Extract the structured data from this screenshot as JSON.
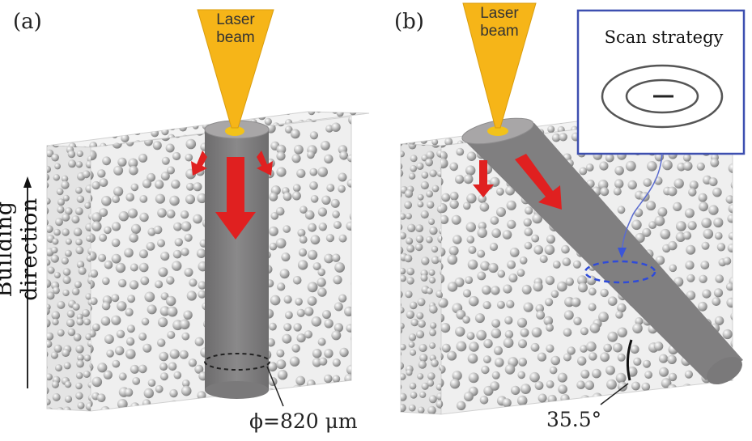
{
  "panels": {
    "a": {
      "label": "(a)",
      "beam_label_line1": "Laser",
      "beam_label_line2": "beam",
      "diameter_label": "ϕ=820 μm"
    },
    "b": {
      "label": "(b)",
      "beam_label_line1": "Laser",
      "beam_label_line2": "beam",
      "angle_label": "35.5°"
    }
  },
  "side_label": "Building direction",
  "inset": {
    "title": "Scan strategy"
  },
  "colors": {
    "beam": "#f6b518",
    "beam_spot": "#f2c21a",
    "rod": "#7f7e7f",
    "rod_top": "#a7a5a6",
    "arrow": "#e02020",
    "powder": "#bdbdbd",
    "block": "#eeeeee",
    "inset_border": "#3d4fb0",
    "dashed_ring_b": "#2f4bd8"
  }
}
